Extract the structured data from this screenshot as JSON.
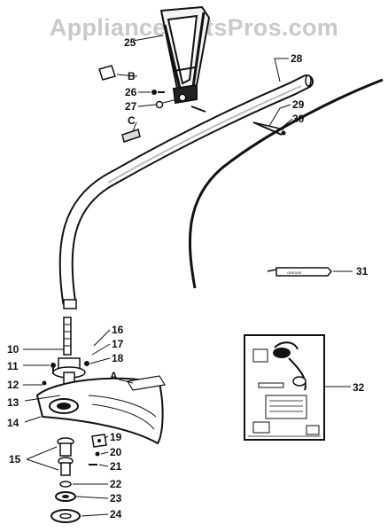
{
  "watermark": "AppliancePartsPros.com",
  "colors": {
    "ink": "#111111",
    "watermark": "#c9c9c9",
    "background": "#ffffff"
  },
  "callouts": {
    "c25": "25",
    "cB": "B",
    "c26": "26",
    "c27": "27",
    "cC": "C",
    "c28": "28",
    "c29": "29",
    "c30": "30",
    "c31": "31",
    "c32": "32",
    "c10": "10",
    "c11": "11",
    "c12": "12",
    "c13": "13",
    "c14": "14",
    "c15": "15",
    "c16": "16",
    "c17": "17",
    "c18": "18",
    "cA": "A",
    "c19": "19",
    "c20": "20",
    "c21": "21",
    "c22": "22",
    "c23": "23",
    "c24": "24"
  },
  "grease_tube_label": "GREASE"
}
